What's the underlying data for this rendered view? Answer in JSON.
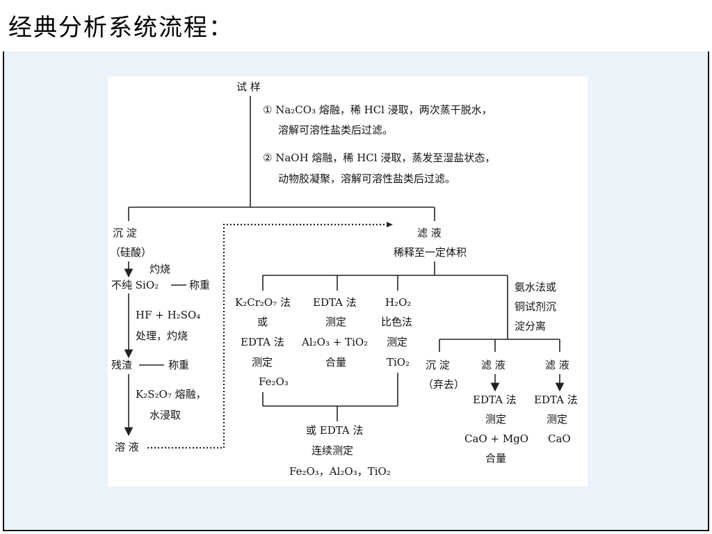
{
  "title": "经典分析系统流程：",
  "diagram": {
    "sample": "试  样",
    "method1_line1": "① Na₂CO₃ 熔融，稀 HCl 浸取，两次蒸干脱水，",
    "method1_line2": "溶解可溶性盐类后过滤。",
    "method2_line1": "② NaOH 熔融，稀 HCl 浸取，蒸发至湿盐状态，",
    "method2_line2": "动物胶凝聚，溶解可溶性盐类后过滤。",
    "precip_line1": "沉  淀",
    "precip_line2": "（硅酸）",
    "ignite": "灼烧",
    "impure_sio2": "不纯 SiO₂",
    "weigh1": "称重",
    "hf_line1": "HF + H₂SO₄",
    "hf_line2": "处理，灼烧",
    "residue": "残渣",
    "weigh2": "称重",
    "k2s2o7_line1": "K₂S₂O₇ 熔融，",
    "k2s2o7_line2": "水浸取",
    "solution": "溶  液",
    "filtrate_line1": "滤  液",
    "filtrate_line2": "稀释至一定体积",
    "b1_line1": "K₂Cr₂O₇ 法",
    "b1_line2": "或",
    "b1_line3": "EDTA 法",
    "b1_line4": "测定",
    "b1_line5": "Fe₂O₃",
    "b2_line1": "EDTA 法",
    "b2_line2": "测定",
    "b2_line3": "Al₂O₃ + TiO₂",
    "b2_line4": "合量",
    "b3_line1": "H₂O₂",
    "b3_line2": "比色法",
    "b3_line3": "测定",
    "b3_line4": "TiO₂",
    "b4_line1": "氨水法或",
    "b4_line2": "铜试剂沉",
    "b4_line3": "淀分离",
    "c1_line1": "沉  淀",
    "c1_line2": "（弃去）",
    "c2_line1": "滤  液",
    "c2_line2": "EDTA 法",
    "c2_line3": "测定",
    "c2_line4": "CaO + MgO",
    "c2_line5": "合量",
    "c3_line1": "滤  液",
    "c3_line2": "EDTA 法",
    "c3_line3": "测定",
    "c3_line4": "CaO",
    "joint_line1": "或 EDTA 法",
    "joint_line2": "连续测定",
    "joint_line3": "Fe₂O₃，Al₂O₃，TiO₂"
  }
}
